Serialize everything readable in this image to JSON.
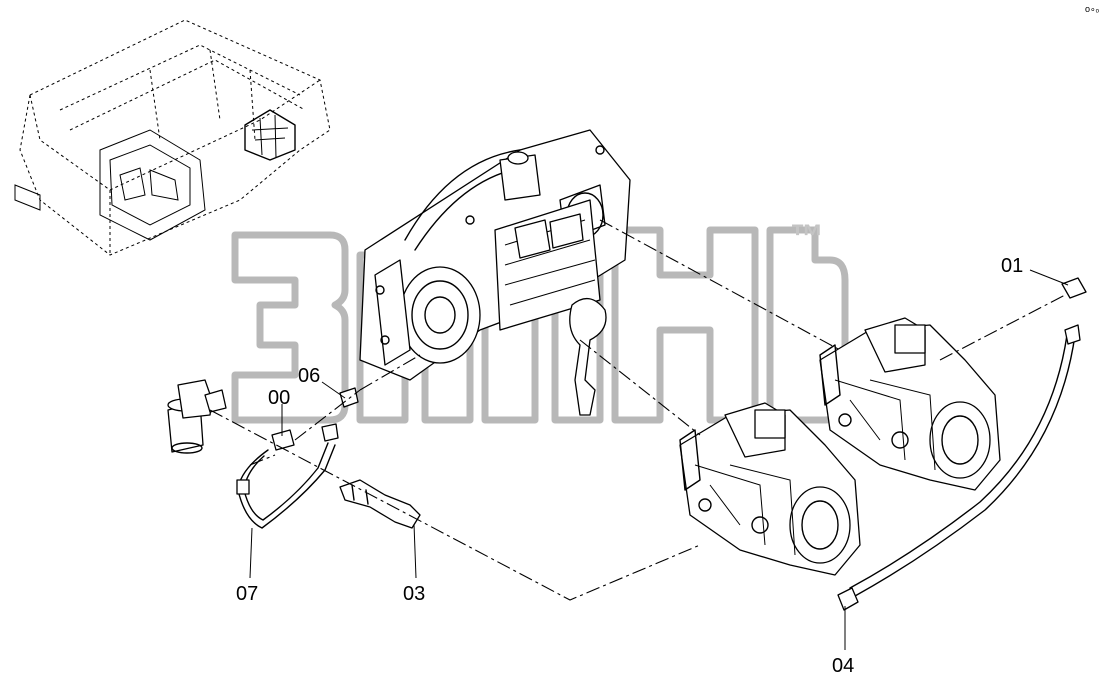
{
  "diagram": {
    "watermark_mark": "™",
    "callouts": [
      {
        "id": "00",
        "label": "00"
      },
      {
        "id": "01",
        "label": "01"
      },
      {
        "id": "03",
        "label": "03"
      },
      {
        "id": "04",
        "label": "04"
      },
      {
        "id": "06",
        "label": "06"
      },
      {
        "id": "07",
        "label": "07"
      }
    ]
  }
}
